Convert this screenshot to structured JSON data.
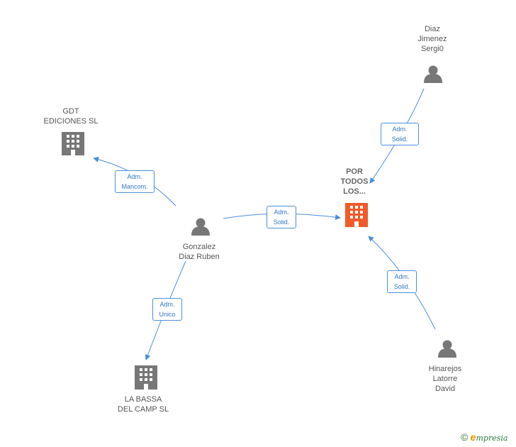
{
  "colors": {
    "edge": "#4a90d9",
    "person": "#777777",
    "company": "#777777",
    "focus_company": "#f15a29"
  },
  "nodes": {
    "diaz_jimenez": {
      "lines": [
        "Diaz",
        "Jimenez",
        "Sergi0"
      ],
      "icon": "person-icon"
    },
    "gdt": {
      "lines": [
        "GDT",
        "EDICIONES SL"
      ],
      "icon": "building-icon"
    },
    "por_todos": {
      "lines": [
        "POR",
        "TODOS",
        "LOS..."
      ],
      "icon": "building-icon"
    },
    "gonzalez": {
      "lines": [
        "Gonzalez",
        "Diaz Ruben"
      ],
      "icon": "person-icon"
    },
    "la_bassa": {
      "lines": [
        "LA BASSA",
        "DEL CAMP SL"
      ],
      "icon": "building-icon"
    },
    "hinarejos": {
      "lines": [
        "Hinarejos",
        "Latorre",
        "David"
      ],
      "icon": "person-icon"
    }
  },
  "edges": {
    "e1": {
      "lines": [
        "Adm.",
        "Solid."
      ]
    },
    "e2": {
      "lines": [
        "Adm.",
        "Mancom."
      ]
    },
    "e3": {
      "lines": [
        "Adm.",
        "Solid."
      ]
    },
    "e4": {
      "lines": [
        "Adm.",
        "Unico"
      ]
    },
    "e5": {
      "lines": [
        "Adm.",
        "Solid."
      ]
    }
  },
  "footer": {
    "copyright": "©",
    "brand_first": "e",
    "brand_rest": "mpresia"
  }
}
